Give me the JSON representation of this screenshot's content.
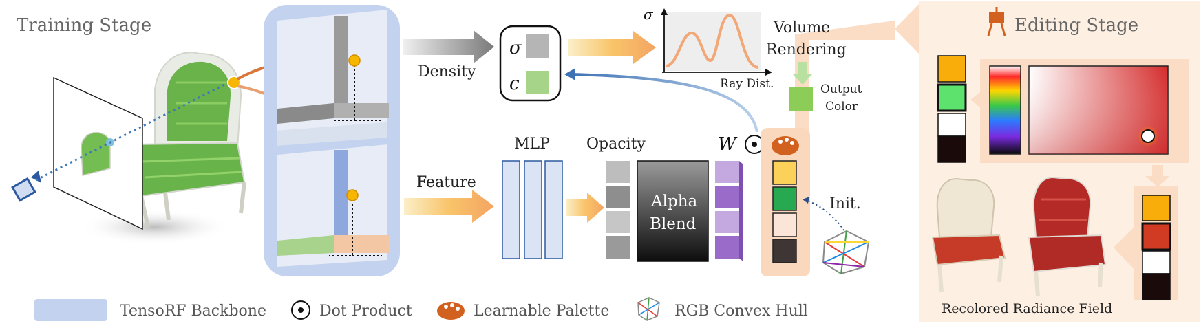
{
  "titles": {
    "training_stage": "Training Stage",
    "editing_stage": "Editing Stage"
  },
  "labels": {
    "density": "Density",
    "feature": "Feature",
    "mlp": "MLP",
    "opacity": "Opacity",
    "alpha_blend_1": "Alpha",
    "alpha_blend_2": "Blend",
    "volume_rendering_1": "Volume",
    "volume_rendering_2": "Rendering",
    "output_color_1": "Output",
    "output_color_2": "Color",
    "init": "Init.",
    "recolored": "Recolored Radiance Field"
  },
  "symbols": {
    "sigma": "σ",
    "c": "c",
    "w": "W",
    "plot_y_label": "σ",
    "plot_x_label": "Ray Dist."
  },
  "legend": [
    {
      "label": "TensoRF Backbone",
      "icon": "blue-swatch-icon"
    },
    {
      "label": "Dot Product",
      "icon": "dot-product-icon"
    },
    {
      "label": "Learnable Palette",
      "icon": "palette-icon"
    },
    {
      "label": "RGB Convex Hull",
      "icon": "convex-hull-icon"
    }
  ],
  "colors": {
    "backbone": "#c3d2ee",
    "editing_bg": "#fdf0e3",
    "orange": "#f0a860",
    "green": "#a6d58a",
    "palette_orig": [
      "#fbd15a",
      "#27a952",
      "#fbe5d8",
      "#3e3535"
    ],
    "palette_edit_top": [
      "#f8ad0b",
      "#5de36d",
      "#ffffff",
      "#1a0a0a"
    ],
    "palette_edit_bottom": [
      "#f8ad0b",
      "#d13b23",
      "#ffffff",
      "#1a0a0a"
    ]
  }
}
